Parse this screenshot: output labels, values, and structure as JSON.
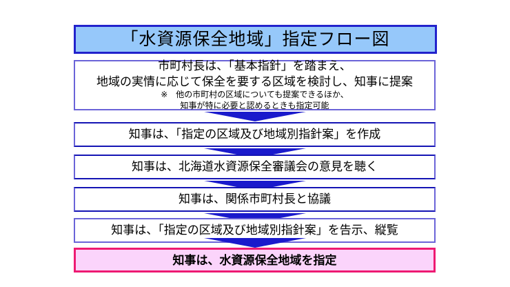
{
  "document": {
    "title": "「水資源保全地域」指定フロー図",
    "background_color": "#ffffff"
  },
  "colors": {
    "title_fill": "#96C8FA",
    "title_border": "#2222CC",
    "step_border": "#6A63D8",
    "step_rule": "#1414B4",
    "arrow_fill": "#1A1ACC",
    "final_fill": "#FBD4FB",
    "final_border": "#EE1A72",
    "text": "#000000"
  },
  "steps": [
    {
      "id": "step-1",
      "lines": [
        "市町村長は、「基本指針」を踏まえ、",
        "地域の実情に応じて保全を要する区域を検討し、知事に提案"
      ],
      "notes": [
        "※　他の市町村の区域についても提案できるほか、",
        "知事が特に必要と認めるときも指定可能"
      ]
    },
    {
      "id": "step-2",
      "lines": [
        "知事は、「指定の区域及び地域別指針案」を作成"
      ],
      "notes": []
    },
    {
      "id": "step-3",
      "lines": [
        "知事は、北海道水資源保全審議会の意見を聴く"
      ],
      "notes": []
    },
    {
      "id": "step-4",
      "lines": [
        "知事は、関係市町村長と協議"
      ],
      "notes": []
    },
    {
      "id": "step-5",
      "lines": [
        "知事は、「指定の区域及び地域別指針案」を告示、縦覧"
      ],
      "notes": []
    }
  ],
  "final_step": {
    "id": "step-final",
    "label": "知事は、水資源保全地域を指定"
  },
  "arrows": [
    {
      "id": "arrow-1",
      "direction": "down"
    },
    {
      "id": "arrow-2",
      "direction": "down"
    },
    {
      "id": "arrow-3",
      "direction": "down"
    },
    {
      "id": "arrow-4",
      "direction": "down"
    },
    {
      "id": "arrow-5",
      "direction": "down"
    }
  ]
}
